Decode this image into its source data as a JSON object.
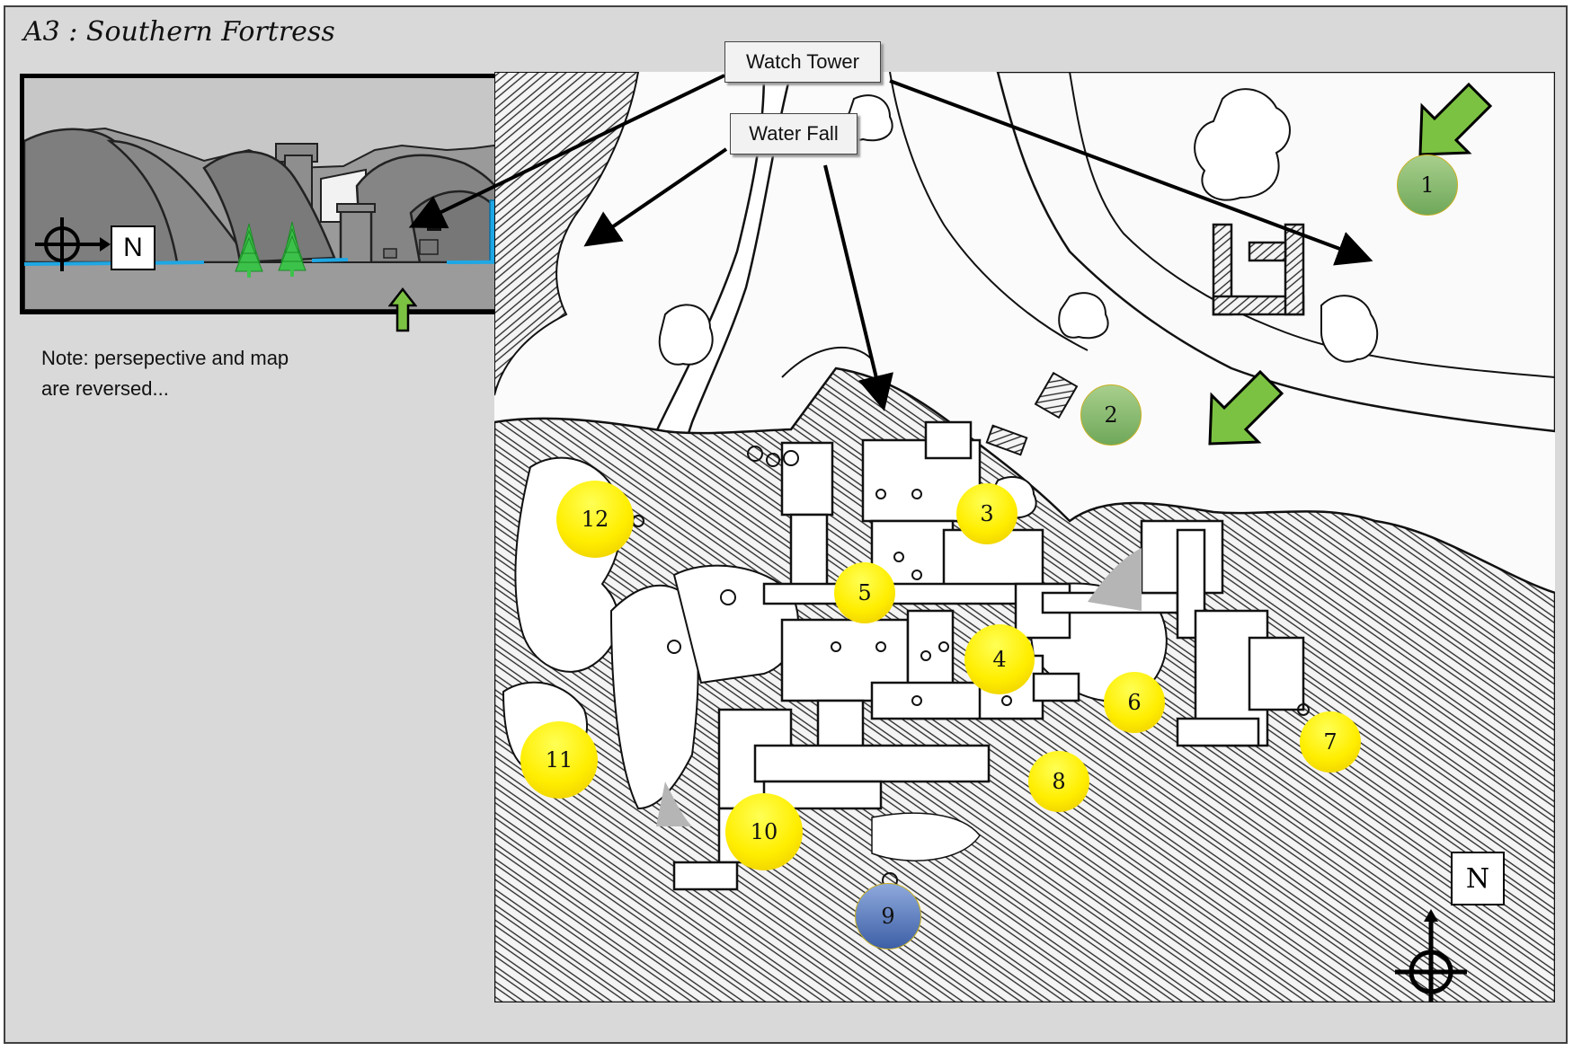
{
  "title": "A3 : Southern Fortress",
  "note": {
    "line1": "Note: persepective and map",
    "line2": "are reversed..."
  },
  "perspective": {
    "compass_label": "N"
  },
  "callouts": {
    "watch_tower": "Watch Tower",
    "water_fall": "Water Fall"
  },
  "map": {
    "compass_label": "N",
    "markers": [
      {
        "label": "1",
        "color": "green"
      },
      {
        "label": "2",
        "color": "green"
      },
      {
        "label": "3",
        "color": "yellow"
      },
      {
        "label": "4",
        "color": "yellow"
      },
      {
        "label": "5",
        "color": "yellow"
      },
      {
        "label": "6",
        "color": "yellow"
      },
      {
        "label": "7",
        "color": "yellow"
      },
      {
        "label": "8",
        "color": "yellow"
      },
      {
        "label": "9",
        "color": "blue"
      },
      {
        "label": "10",
        "color": "yellow"
      },
      {
        "label": "11",
        "color": "yellow"
      },
      {
        "label": "12",
        "color": "yellow"
      }
    ]
  },
  "colors": {
    "slide_bg": "#d9d9d9",
    "marker_yellow": "#ffee00",
    "marker_green": "#7fb667",
    "marker_blue": "#4a6cb0",
    "arrow_green": "#7cc242",
    "water_blue": "#1ea7e4",
    "tree_green": "#3cc24a"
  }
}
